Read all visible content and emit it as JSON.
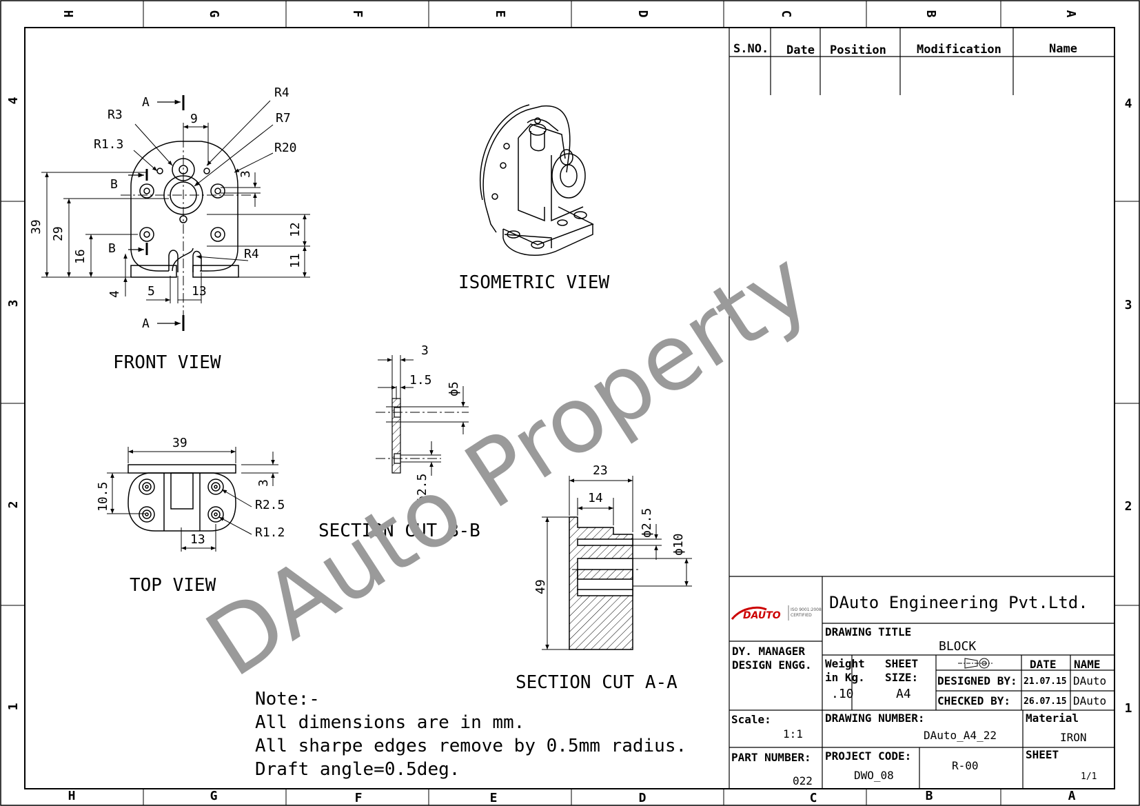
{
  "border": {
    "top_cols": [
      "H",
      "G",
      "F",
      "E",
      "D",
      "C",
      "B",
      "A"
    ],
    "bottom_cols": [
      "H",
      "G",
      "F",
      "E",
      "D",
      "C",
      "B",
      "A"
    ],
    "rows": [
      "4",
      "3",
      "2",
      "1"
    ]
  },
  "watermark": "DAuto Property",
  "views": {
    "front": {
      "title": "FRONT VIEW",
      "section_a": "A",
      "section_b": "B",
      "dims": {
        "r4_top": "R4",
        "r3": "R3",
        "r7": "R7",
        "r1_3": "R1.3",
        "r20": "R20",
        "d9": "9",
        "d3": "3",
        "d39": "39",
        "d29": "29",
        "d16": "16",
        "d12": "12",
        "d11": "11",
        "r4_bottom": "R4",
        "d4": "4",
        "d5": "5",
        "d13": "13"
      }
    },
    "isometric": {
      "title": "ISOMETRIC VIEW"
    },
    "section_bb": {
      "title": "SECTION CUT B-B",
      "dims": {
        "d3": "3",
        "d1_5": "1.5",
        "phi5": "ϕ5",
        "phi2_5": "ϕ2.5"
      }
    },
    "top": {
      "title": "TOP VIEW",
      "dims": {
        "d39": "39",
        "d3": "3",
        "d10_5": "10.5",
        "r2_5": "R2.5",
        "r1_2": "R1.2",
        "d13": "13"
      }
    },
    "section_aa": {
      "title": "SECTION CUT A-A",
      "dims": {
        "d23": "23",
        "d14": "14",
        "phi2_5": "ϕ2.5",
        "phi10": "ϕ10",
        "d49": "49"
      }
    }
  },
  "notes": {
    "heading": "Note:-",
    "lines": [
      "All dimensions are in mm.",
      "All sharpe edges remove by 0.5mm radius.",
      "Draft angle=0.5deg."
    ]
  },
  "revision_table": {
    "headers": [
      "S.NO.",
      "Date",
      "Position",
      "Modification",
      "Name"
    ]
  },
  "title_block": {
    "logo_text": "DAUTO",
    "iso_line1": "ISO 9001:2008",
    "iso_line2": "CERTIFIED",
    "company": "DAuto Engineering Pvt.Ltd.",
    "drawing_title_label": "DRAWING TITLE",
    "drawing_title": "BLOCK",
    "roles_line1": "DY. MANAGER",
    "roles_line2": "DESIGN ENGG.",
    "weight_label_1": "Weight",
    "weight_label_2": "in Kg.",
    "weight_value": ".10",
    "sheet_size_label_1": "SHEET",
    "sheet_size_label_2": "SIZE:",
    "sheet_size_value": "A4",
    "date_header": "DATE",
    "name_header": "NAME",
    "designed_by_label": "DESIGNED BY:",
    "designed_date": "21.07.15",
    "designed_name": "DAuto",
    "checked_by_label": "CHECKED BY:",
    "checked_date": "26.07.15",
    "checked_name": "DAuto",
    "scale_label": "Scale:",
    "scale_value": "1:1",
    "drawing_number_label": "DRAWING NUMBER:",
    "drawing_number": "DAuto_A4_22",
    "material_label": "Material",
    "material": "IRON",
    "part_number_label": "PART NUMBER:",
    "part_number": "022",
    "project_code_label": "PROJECT CODE:",
    "project_code": "DWO_08",
    "revision": "R-00",
    "sheet_label": "SHEET",
    "sheet_value": "1/1"
  }
}
